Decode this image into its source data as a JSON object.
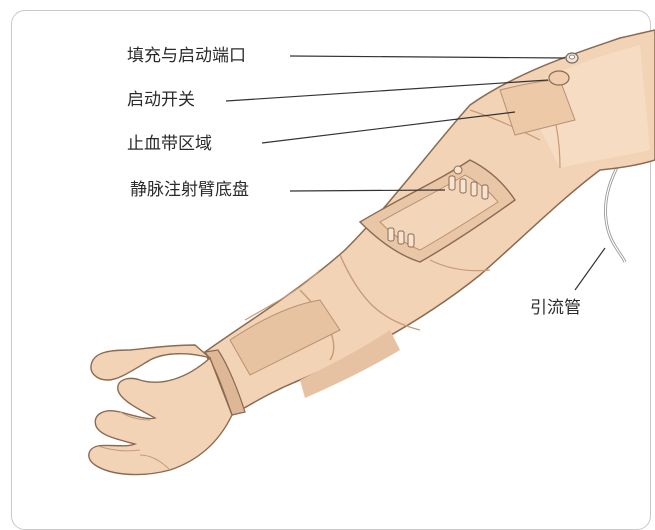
{
  "labels": {
    "fill_port": "填充与启动端口",
    "start_switch": "启动开关",
    "tourniquet_area": "止血带区域",
    "iv_pad": "静脉注射臂底盘",
    "drain_tube": "引流管"
  },
  "colors": {
    "skin": "#f2d3b5",
    "skin_shadow": "#dcb394",
    "seam": "#c79a78",
    "pad": "#e9c7a6",
    "outline": "#8b6a52",
    "leader_line": "#333333",
    "frame_border": "#c9c9c9"
  }
}
